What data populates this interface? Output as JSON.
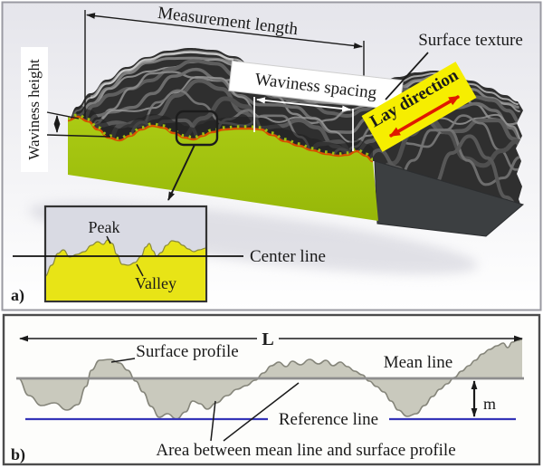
{
  "figure": {
    "panel_a": {
      "tag": "a)",
      "measurement_length": "Measurement length",
      "waviness_height": "Waviness height",
      "surface_texture": "Surface texture",
      "waviness_spacing": "Waviness spacing",
      "lay_direction": "Lay direction",
      "inset": {
        "peak": "Peak",
        "valley": "Valley",
        "center_line": "Center line"
      },
      "colors": {
        "surface_green": "#a2c20d",
        "texture_dark": "#2f2f2f",
        "right_face": "#3c3f41",
        "edge_orange": "#d84d00",
        "lay_label_bg": "#f6ee00",
        "lay_label_text": "#e01800",
        "inset_bg": "#d9dae3",
        "inset_profile": "#e8e416"
      }
    },
    "panel_b": {
      "tag": "b)",
      "length_symbol": "L",
      "surface_profile": "Surface profile",
      "mean_line": "Mean line",
      "offset_symbol": "m",
      "reference_line": "Reference line",
      "area_caption": "Area between mean line and surface profile",
      "colors": {
        "profile_fill": "#c9c9bd",
        "profile_stroke": "#85857a",
        "mean_line": "#8e8e8e",
        "reference_line": "#3534b8",
        "reference_text": "#3f8fd8"
      }
    }
  }
}
